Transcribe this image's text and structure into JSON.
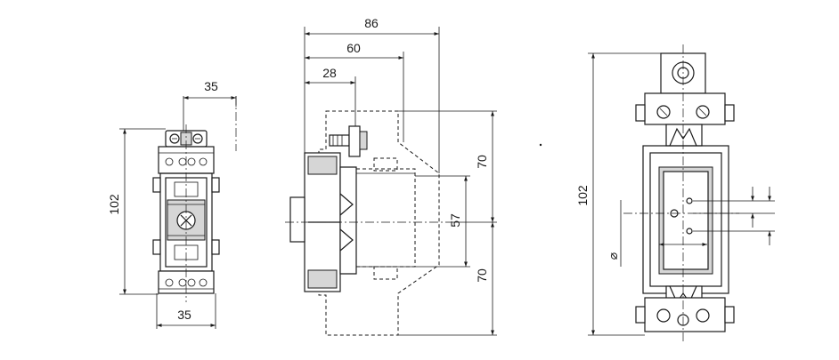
{
  "dimensions": {
    "front_top_width": "35",
    "front_bottom_width": "35",
    "front_height": "102",
    "side_depth_86": "86",
    "side_depth_60": "60",
    "side_depth_28": "28",
    "side_upper_70": "70",
    "side_mid_57": "57",
    "side_lower_70": "70",
    "rear_height": "102",
    "rear_diameter_symbol": "⌀"
  }
}
